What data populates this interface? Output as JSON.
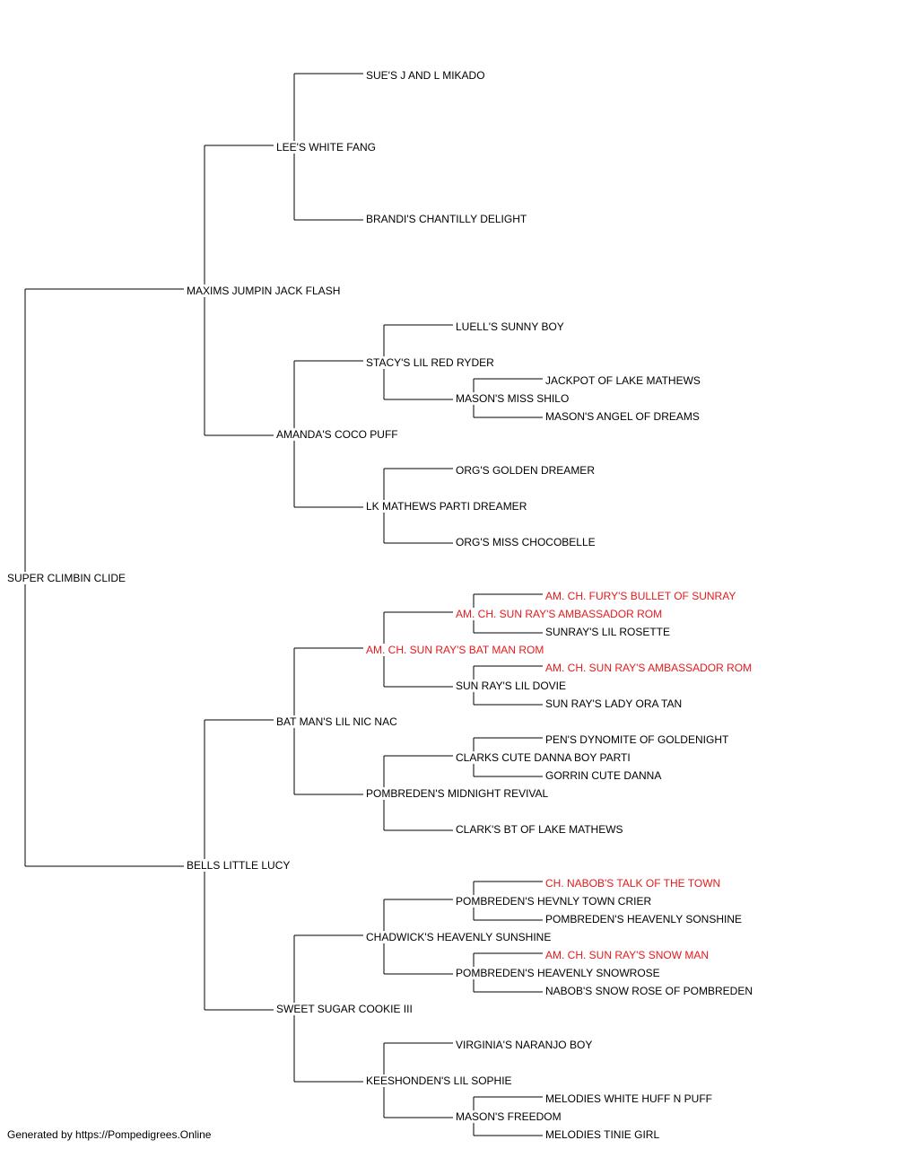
{
  "colors": {
    "lines": "#000000",
    "text": "#000000",
    "champion": "#e41a1c"
  },
  "pedigree": {
    "subject": {
      "name": "SUPER CLIMBIN CLIDE",
      "champion": false
    },
    "sire": {
      "name": "MAXIMS JUMPIN JACK FLASH",
      "champion": false
    },
    "sire_sire": {
      "name": "LEE'S WHITE FANG",
      "champion": false
    },
    "sire_sire_sire": {
      "name": "SUE'S J AND L MIKADO",
      "champion": false
    },
    "sire_sire_dam": {
      "name": "BRANDI'S CHANTILLY DELIGHT",
      "champion": false
    },
    "sire_dam": {
      "name": "AMANDA'S COCO PUFF",
      "champion": false
    },
    "sire_dam_sire": {
      "name": "STACY'S LIL RED RYDER",
      "champion": false
    },
    "sire_dam_sire_sire": {
      "name": "LUELL'S SUNNY BOY",
      "champion": false
    },
    "sire_dam_sire_dam": {
      "name": "MASON'S MISS SHILO",
      "champion": false
    },
    "sire_dam_sire_dam_sire": {
      "name": "JACKPOT OF LAKE MATHEWS",
      "champion": false
    },
    "sire_dam_sire_dam_dam": {
      "name": "MASON'S ANGEL OF DREAMS",
      "champion": false
    },
    "sire_dam_dam": {
      "name": "LK MATHEWS PARTI DREAMER",
      "champion": false
    },
    "sire_dam_dam_sire": {
      "name": "ORG'S GOLDEN DREAMER",
      "champion": false
    },
    "sire_dam_dam_dam": {
      "name": "ORG'S MISS CHOCOBELLE",
      "champion": false
    },
    "dam": {
      "name": "BELLS LITTLE LUCY",
      "champion": false
    },
    "dam_sire": {
      "name": "BAT MAN'S LIL NIC NAC",
      "champion": false
    },
    "dam_sire_sire": {
      "name": "AM. CH. SUN RAY'S BAT MAN ROM",
      "champion": true
    },
    "dam_sire_sire_sire": {
      "name": "AM. CH. SUN RAY'S AMBASSADOR ROM",
      "champion": true
    },
    "dam_sire_sire_sire_sire": {
      "name": "AM. CH. FURY'S BULLET OF SUNRAY",
      "champion": true
    },
    "dam_sire_sire_sire_dam": {
      "name": "SUNRAY'S LIL ROSETTE",
      "champion": false
    },
    "dam_sire_sire_dam": {
      "name": "SUN RAY'S LIL DOVIE",
      "champion": false
    },
    "dam_sire_sire_dam_sire": {
      "name": "AM. CH. SUN RAY'S AMBASSADOR ROM",
      "champion": true
    },
    "dam_sire_sire_dam_dam": {
      "name": "SUN RAY'S LADY ORA TAN",
      "champion": false
    },
    "dam_sire_dam": {
      "name": "POMBREDEN'S MIDNIGHT REVIVAL",
      "champion": false
    },
    "dam_sire_dam_sire": {
      "name": "CLARKS CUTE DANNA BOY PARTI",
      "champion": false
    },
    "dam_sire_dam_sire_sire": {
      "name": "PEN'S DYNOMITE OF GOLDENIGHT",
      "champion": false
    },
    "dam_sire_dam_sire_dam": {
      "name": "GORRIN CUTE DANNA",
      "champion": false
    },
    "dam_sire_dam_dam": {
      "name": "CLARK'S BT OF LAKE MATHEWS",
      "champion": false
    },
    "dam_dam": {
      "name": "SWEET SUGAR COOKIE III",
      "champion": false
    },
    "dam_dam_sire": {
      "name": "CHADWICK'S HEAVENLY SUNSHINE",
      "champion": false
    },
    "dam_dam_sire_sire": {
      "name": "POMBREDEN'S HEVNLY TOWN CRIER",
      "champion": false
    },
    "dam_dam_sire_sire_sire": {
      "name": "CH. NABOB'S TALK OF THE TOWN",
      "champion": true
    },
    "dam_dam_sire_sire_dam": {
      "name": "POMBREDEN'S HEAVENLY SONSHINE",
      "champion": false
    },
    "dam_dam_sire_dam": {
      "name": "POMBREDEN'S HEAVENLY SNOWROSE",
      "champion": false
    },
    "dam_dam_sire_dam_sire": {
      "name": "AM. CH. SUN RAY'S SNOW MAN",
      "champion": true
    },
    "dam_dam_sire_dam_dam": {
      "name": "NABOB'S SNOW ROSE OF POMBREDEN",
      "champion": false
    },
    "dam_dam_dam": {
      "name": "KEESHONDEN'S LIL SOPHIE",
      "champion": false
    },
    "dam_dam_dam_sire": {
      "name": "VIRGINIA'S NARANJO BOY",
      "champion": false
    },
    "dam_dam_dam_dam": {
      "name": "MASON'S FREEDOM",
      "champion": false
    },
    "dam_dam_dam_dam_sire": {
      "name": "MELODIES WHITE HUFF N PUFF",
      "champion": false
    },
    "dam_dam_dam_dam_dam": {
      "name": "MELODIES TINIE GIRL",
      "champion": false
    }
  },
  "footer": "Generated by https://Pompedigrees.Online"
}
